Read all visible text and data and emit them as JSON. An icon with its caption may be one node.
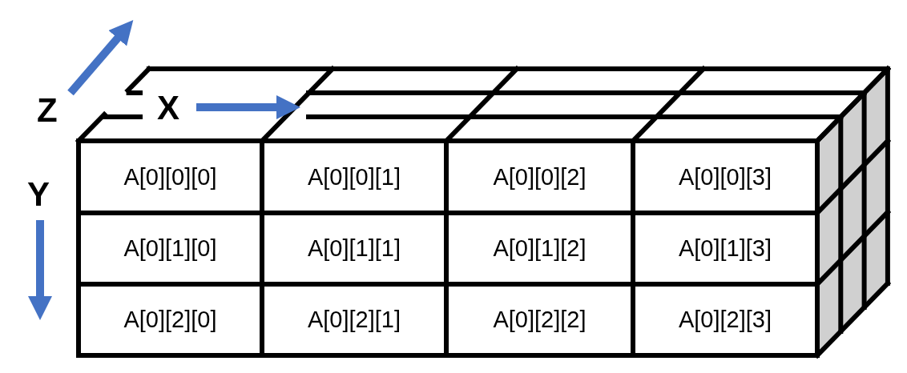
{
  "diagram": {
    "nodes": [
      {
        "text": [
          "A[0][0][0]"
        ]
      },
      {
        "text": [
          "A[0][0][1]"
        ]
      },
      {
        "text": [
          "A[0][0][2]"
        ]
      },
      {
        "text": [
          "A[0][0][3]"
        ]
      },
      {
        "text": [
          "A[0][1][0]"
        ]
      },
      {
        "text": [
          "A[0][1][1]"
        ]
      },
      {
        "text": [
          "A[0][1][2]"
        ]
      },
      {
        "text": [
          "A[0][1][3]"
        ]
      },
      {
        "text": [
          "A[0][2][0]"
        ]
      },
      {
        "text": [
          "A[0][2][1]"
        ]
      },
      {
        "text": [
          "A[0][2][2]"
        ]
      },
      {
        "text": [
          "A[0][2][3]"
        ]
      }
    ],
    "labels": [
      "Z",
      "X",
      "Y"
    ]
  }
}
